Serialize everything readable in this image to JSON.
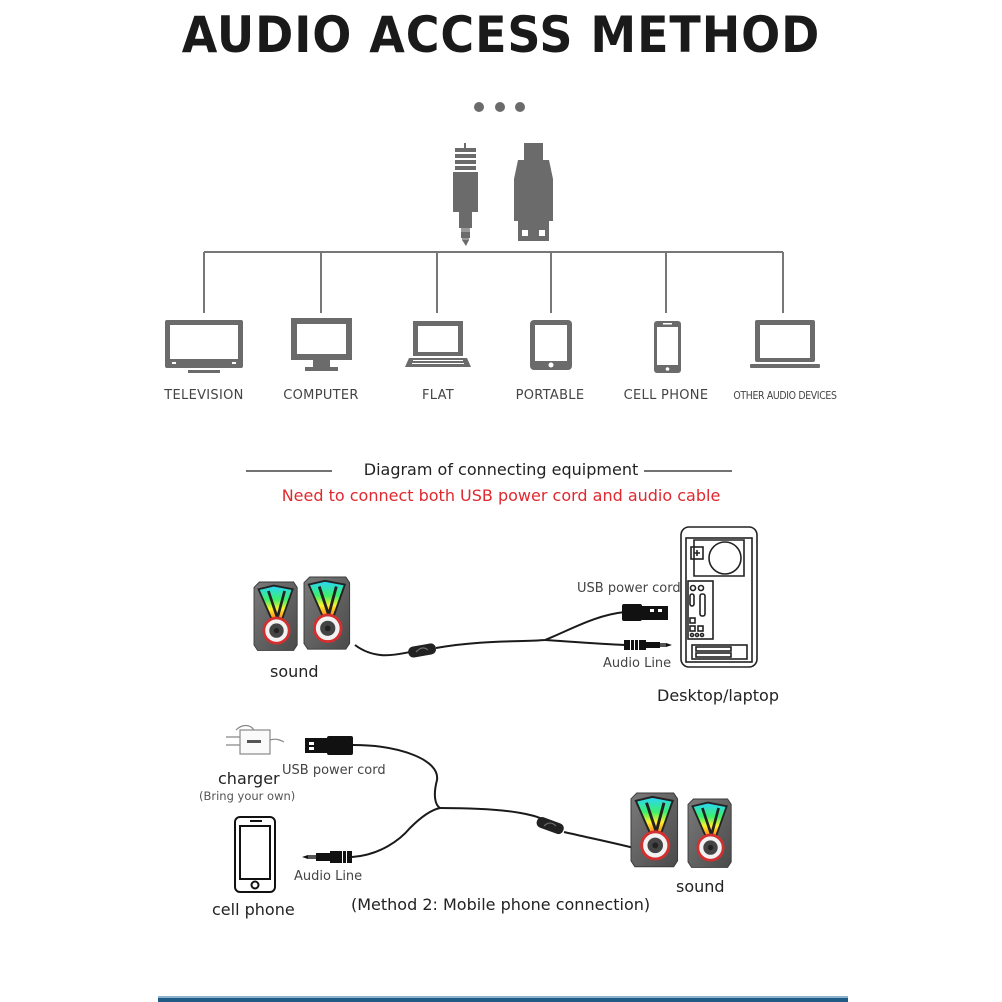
{
  "header": {
    "title": "AUDIO ACCESS METHOD",
    "ellipsis_icon": "more-dots-icon"
  },
  "connectors": [
    {
      "name": "3.5mm-audio-jack",
      "icon": "audio-jack-icon"
    },
    {
      "name": "usb-plug",
      "icon": "usb-plug-icon"
    }
  ],
  "devices": [
    {
      "label": "TELEVISION",
      "icon": "television-icon"
    },
    {
      "label": "COMPUTER",
      "icon": "monitor-icon"
    },
    {
      "label": "FLAT",
      "icon": "laptop-icon"
    },
    {
      "label": "PORTABLE",
      "icon": "tablet-icon"
    },
    {
      "label": "CELL PHONE",
      "icon": "smartphone-icon"
    },
    {
      "label": "OTHER AUDIO DEVICES",
      "icon": "laptop-icon"
    }
  ],
  "section": {
    "heading": "Diagram of connecting equipment",
    "note": "Need to connect both USB power cord and audio cable",
    "note_color": "#e0282e"
  },
  "method1": {
    "speaker_label": "sound",
    "usb_label": "USB power cord",
    "audio_label": "Audio Line",
    "computer_label": "Desktop/laptop"
  },
  "method2": {
    "charger_label": "charger",
    "charger_note": "(Bring your own)",
    "usb_label": "USB power cord",
    "phone_label": "cell phone",
    "audio_label": "Audio Line",
    "speaker_label": "sound",
    "caption": "(Method 2: Mobile phone connection)"
  },
  "colors": {
    "icon_gray": "#6b6b6b",
    "footer_bar": "#1f5b84"
  }
}
